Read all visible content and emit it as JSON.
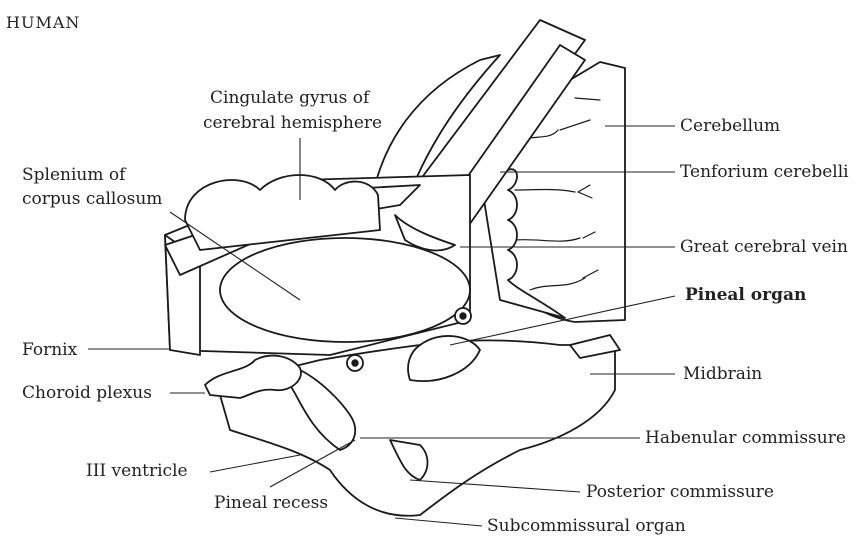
{
  "figure": {
    "title": "HUMAN",
    "labels": {
      "cingulate_line1": "Cingulate gyrus of",
      "cingulate_line2": "cerebral hemisphere",
      "splenium_line1": "Splenium of",
      "splenium_line2": "corpus callosum",
      "fornix": "Fornix",
      "choroid_plexus": "Choroid plexus",
      "iii_ventricle": "III ventricle",
      "pineal_recess": "Pineal recess",
      "cerebellum": "Cerebellum",
      "tentorium": "Tenforium cerebelli",
      "great_vein": "Great cerebral vein",
      "pineal_organ": "Pineal organ",
      "midbrain": "Midbrain",
      "habenular": "Habenular commissure",
      "posterior": "Posterior commissure",
      "subcommissural": "Subcommissural organ"
    }
  }
}
